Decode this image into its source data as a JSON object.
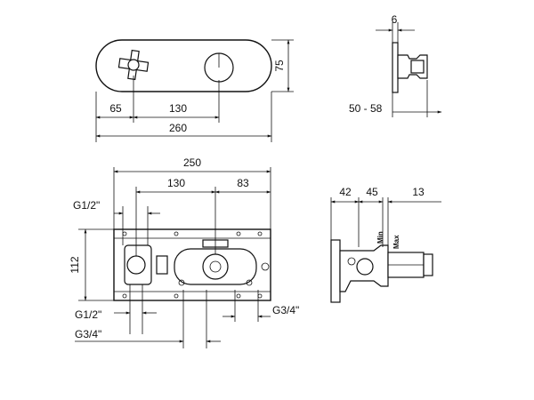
{
  "front_view": {
    "dim_width_total": "260",
    "dim_left_offset": "65",
    "dim_spacing": "130",
    "dim_height": "75"
  },
  "side_view_top": {
    "dim_plate_thickness": "6",
    "dim_wall_range": "50 - 58"
  },
  "body_front": {
    "dim_width_total": "250",
    "dim_spacing": "130",
    "dim_offset": "83",
    "dim_height": "112",
    "label_top_left": "G1/2\"",
    "label_bottom_left_1": "G1/2\"",
    "label_bottom_left_2": "G3/4\"",
    "label_bottom_right": "G3/4\""
  },
  "body_side": {
    "dim_a": "42",
    "dim_b": "45",
    "dim_c": "13",
    "label_min": "Min",
    "label_max": "Max"
  }
}
